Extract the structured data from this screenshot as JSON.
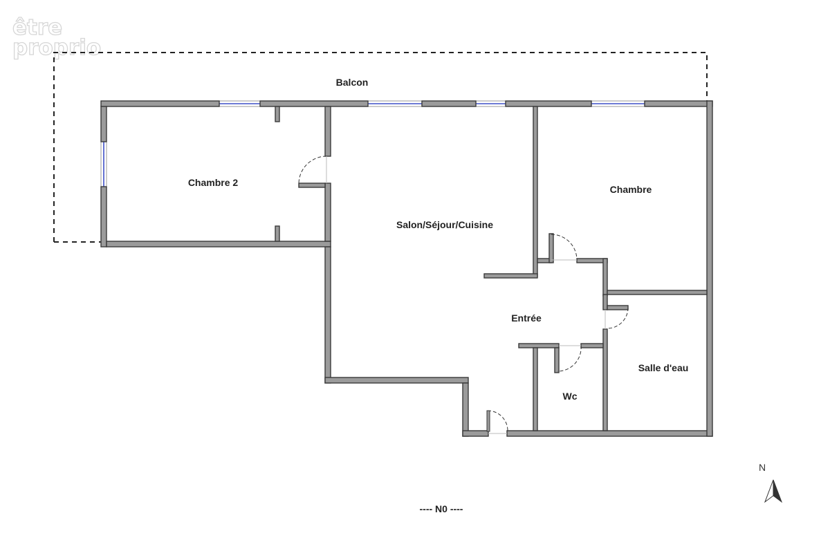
{
  "logo": {
    "line1": "être",
    "line2": "proprio"
  },
  "rooms": {
    "balcon": "Balcon",
    "chambre2": "Chambre 2",
    "salon": "Salon/Séjour/Cuisine",
    "chambre": "Chambre",
    "entree": "Entrée",
    "salle_eau": "Salle d'eau",
    "wc": "Wc"
  },
  "level": "---- N0 ----",
  "compass": {
    "label": "N"
  },
  "colors": {
    "wall_fill": "#9b9b9b",
    "wall_outline": "#3a3a3a",
    "window": "#3d4fc7"
  }
}
